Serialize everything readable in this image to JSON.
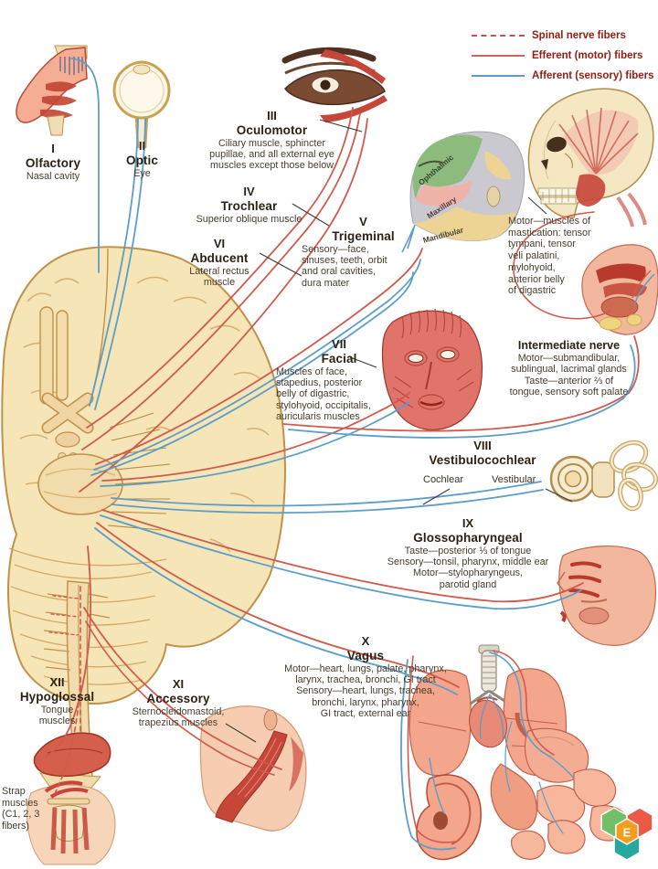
{
  "legend": {
    "items": [
      {
        "label": "Spinal nerve fibers",
        "style": "dashed",
        "color": "#c2544b"
      },
      {
        "label": "Efferent (motor) fibers",
        "style": "solid",
        "color": "#d4635c"
      },
      {
        "label": "Afferent (sensory) fibers",
        "style": "solid",
        "color": "#5b9ec9"
      }
    ]
  },
  "nerves": [
    {
      "numeral": "I",
      "name": "Olfactory",
      "description": "Nasal cavity"
    },
    {
      "numeral": "II",
      "name": "Optic",
      "description": "Eye"
    },
    {
      "numeral": "III",
      "name": "Oculomotor",
      "description": "Ciliary muscle, sphincter\npupillae, and all external eye\nmuscles except those below"
    },
    {
      "numeral": "IV",
      "name": "Trochlear",
      "description": "Superior oblique muscle"
    },
    {
      "numeral": "V",
      "name": "Trigeminal",
      "description": "Sensory—face,\nsinuses, teeth, orbit\nand oral cavities,\ndura mater"
    },
    {
      "numeral": "VI",
      "name": "Abducent",
      "description": "Lateral rectus\nmuscle"
    },
    {
      "numeral": "VII",
      "name": "Facial",
      "description": "Muscles of face,\nstapedius, posterior\nbelly of digastric,\nstylohyoid, occipitalis,\nauricularis muscles"
    },
    {
      "numeral": "VIII",
      "name": "Vestibulocochlear",
      "description": ""
    },
    {
      "numeral": "IX",
      "name": "Glossopharyngeal",
      "description": "Taste—posterior ⅓ of tongue\nSensory—tonsil, pharynx, middle ear\nMotor—stylopharyngeus,\nparotid gland"
    },
    {
      "numeral": "X",
      "name": "Vagus",
      "description": "Motor—heart, lungs, palate, pharynx,\nlarynx, trachea, bronchi, GI tract\nSensory—heart, lungs, trachea,\nbronchi, larynx, pharynx,\nGI tract, external ear"
    },
    {
      "numeral": "XI",
      "name": "Accessory",
      "description": "Sternocleidomastoid,\ntrapezius muscles"
    },
    {
      "numeral": "XII",
      "name": "Hypoglossal",
      "description": "Tongue\nmuscles"
    }
  ],
  "trigeminal_divisions": [
    "Ophthalmic",
    "Maxillary",
    "Mandibular"
  ],
  "vestibulocochlear_branches": [
    "Cochlear",
    "Vestibular"
  ],
  "intermediate_nerve": {
    "title": "Intermediate nerve",
    "description": "Motor—submandibular,\nsublingual, lacrimal glands\nTaste—anterior ⅔ of\ntongue, sensory soft palate"
  },
  "notes": {
    "trigeminal_motor": "Motor—muscles of\nmastication: tensor\ntympani, tensor\nveli palatini,\nmylohyoid,\nanterior belly\nof digastric",
    "strap_muscles": "Strap\nmuscles\n(C1, 2, 3\nfibers)"
  },
  "logo": {
    "letter": "E"
  }
}
